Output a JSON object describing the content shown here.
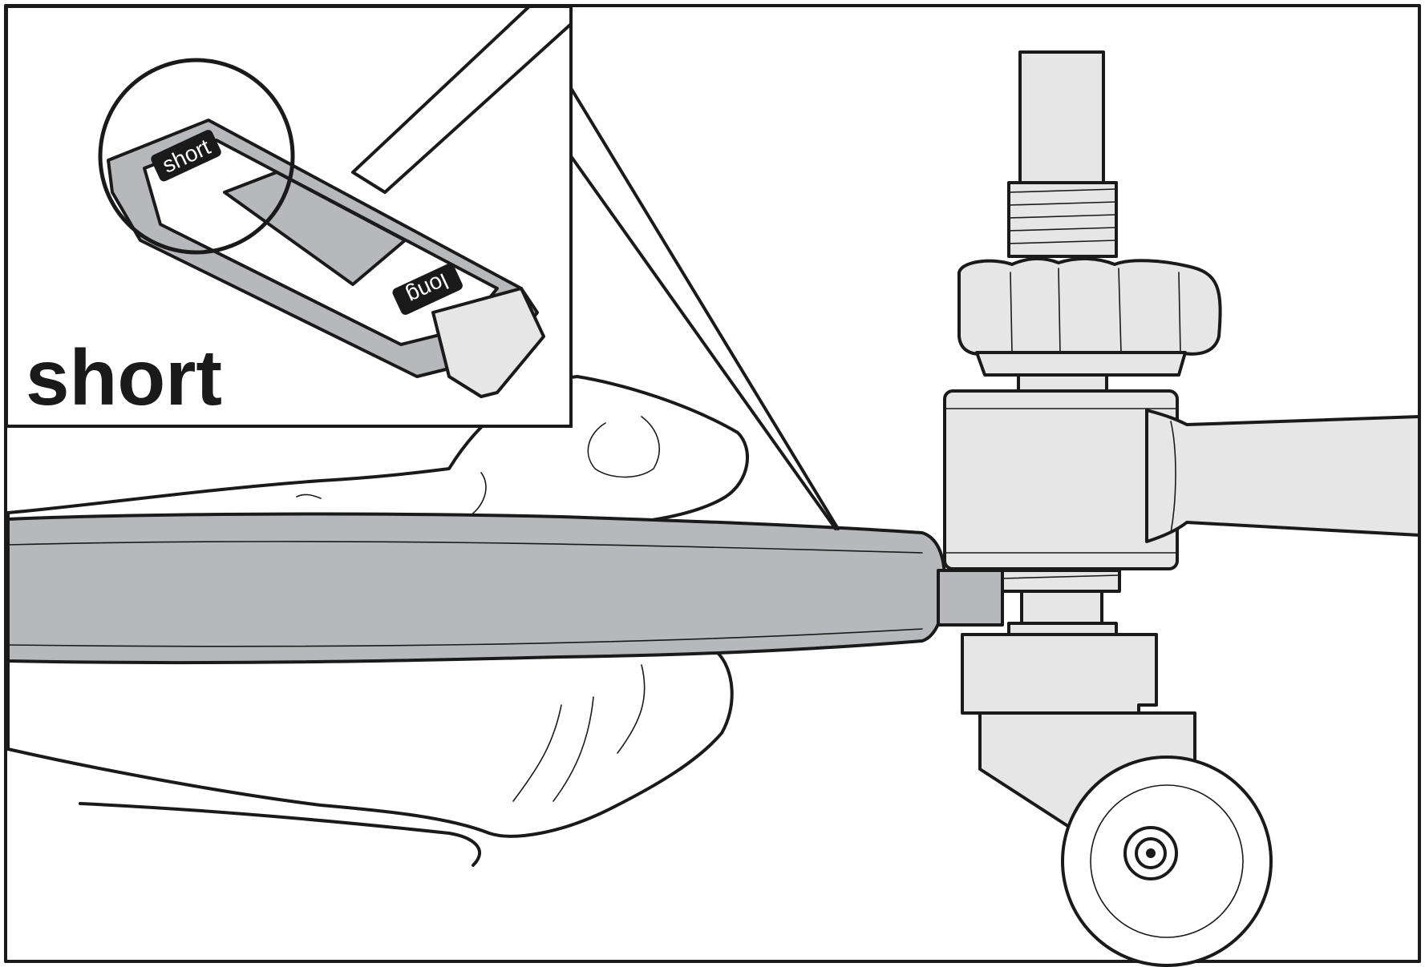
{
  "illustration": {
    "label": "short",
    "tool_tags": {
      "short_tag": "short",
      "long_tag": "long"
    },
    "colors": {
      "line": "#1a1a1a",
      "handle_gray": "#b7b8bb",
      "metal_light": "#e6e6e6",
      "background": "#ffffff"
    }
  }
}
